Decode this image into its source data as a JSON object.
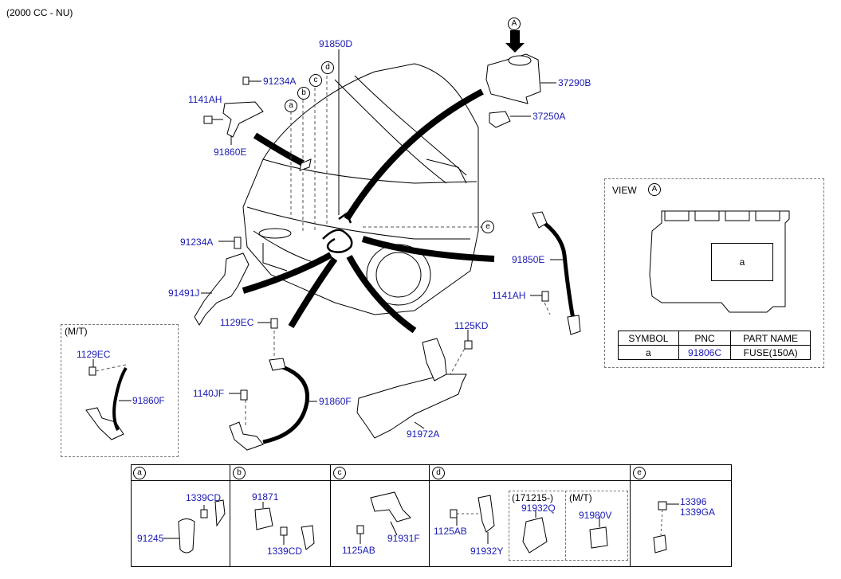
{
  "header_note": "(2000 CC - NU)",
  "view_marker": "A",
  "callouts": {
    "a": "a",
    "b": "b",
    "c": "c",
    "d": "d",
    "e": "e"
  },
  "labels": {
    "p91850D": "91850D",
    "p91234A_top": "91234A",
    "p1141AH_left": "1141AH",
    "p91860E": "91860E",
    "p37290B": "37290B",
    "p37250A": "37250A",
    "p91234A_mid": "91234A",
    "p91491J": "91491J",
    "p1129EC_mid": "1129EC",
    "p91850E": "91850E",
    "p1141AH_right": "1141AH",
    "p1125KD": "1125KD",
    "p1140JF": "1140JF",
    "p91860F_mid": "91860F",
    "p91972A": "91972A",
    "mt_title": "(M/T)",
    "mt_1129EC": "1129EC",
    "mt_91860F": "91860F"
  },
  "view_panel": {
    "title": "VIEW",
    "marker": "A",
    "box_label": "a",
    "table": {
      "headers": [
        "SYMBOL",
        "PNC",
        "PART NAME"
      ],
      "rows": [
        [
          "a",
          "91806C",
          "FUSE(150A)"
        ]
      ]
    }
  },
  "bottom_table": {
    "cols": [
      {
        "key": "a",
        "parts": [
          "1339CD",
          "91245"
        ]
      },
      {
        "key": "b",
        "parts": [
          "91871",
          "1339CD"
        ]
      },
      {
        "key": "c",
        "parts": [
          "1125AB",
          "91931F"
        ]
      },
      {
        "key": "d",
        "parts": [
          "1125AB",
          "91932Y"
        ],
        "sub1_title": "(171215-)",
        "sub1_part": "91932Q",
        "sub2_title": "(M/T)",
        "sub2_part": "91980V"
      },
      {
        "key": "e",
        "parts": [
          "13396",
          "1339GA"
        ]
      }
    ]
  },
  "colors": {
    "label_blue": "#1a1ab4",
    "line_black": "#000000",
    "dash_gray": "#777777"
  }
}
